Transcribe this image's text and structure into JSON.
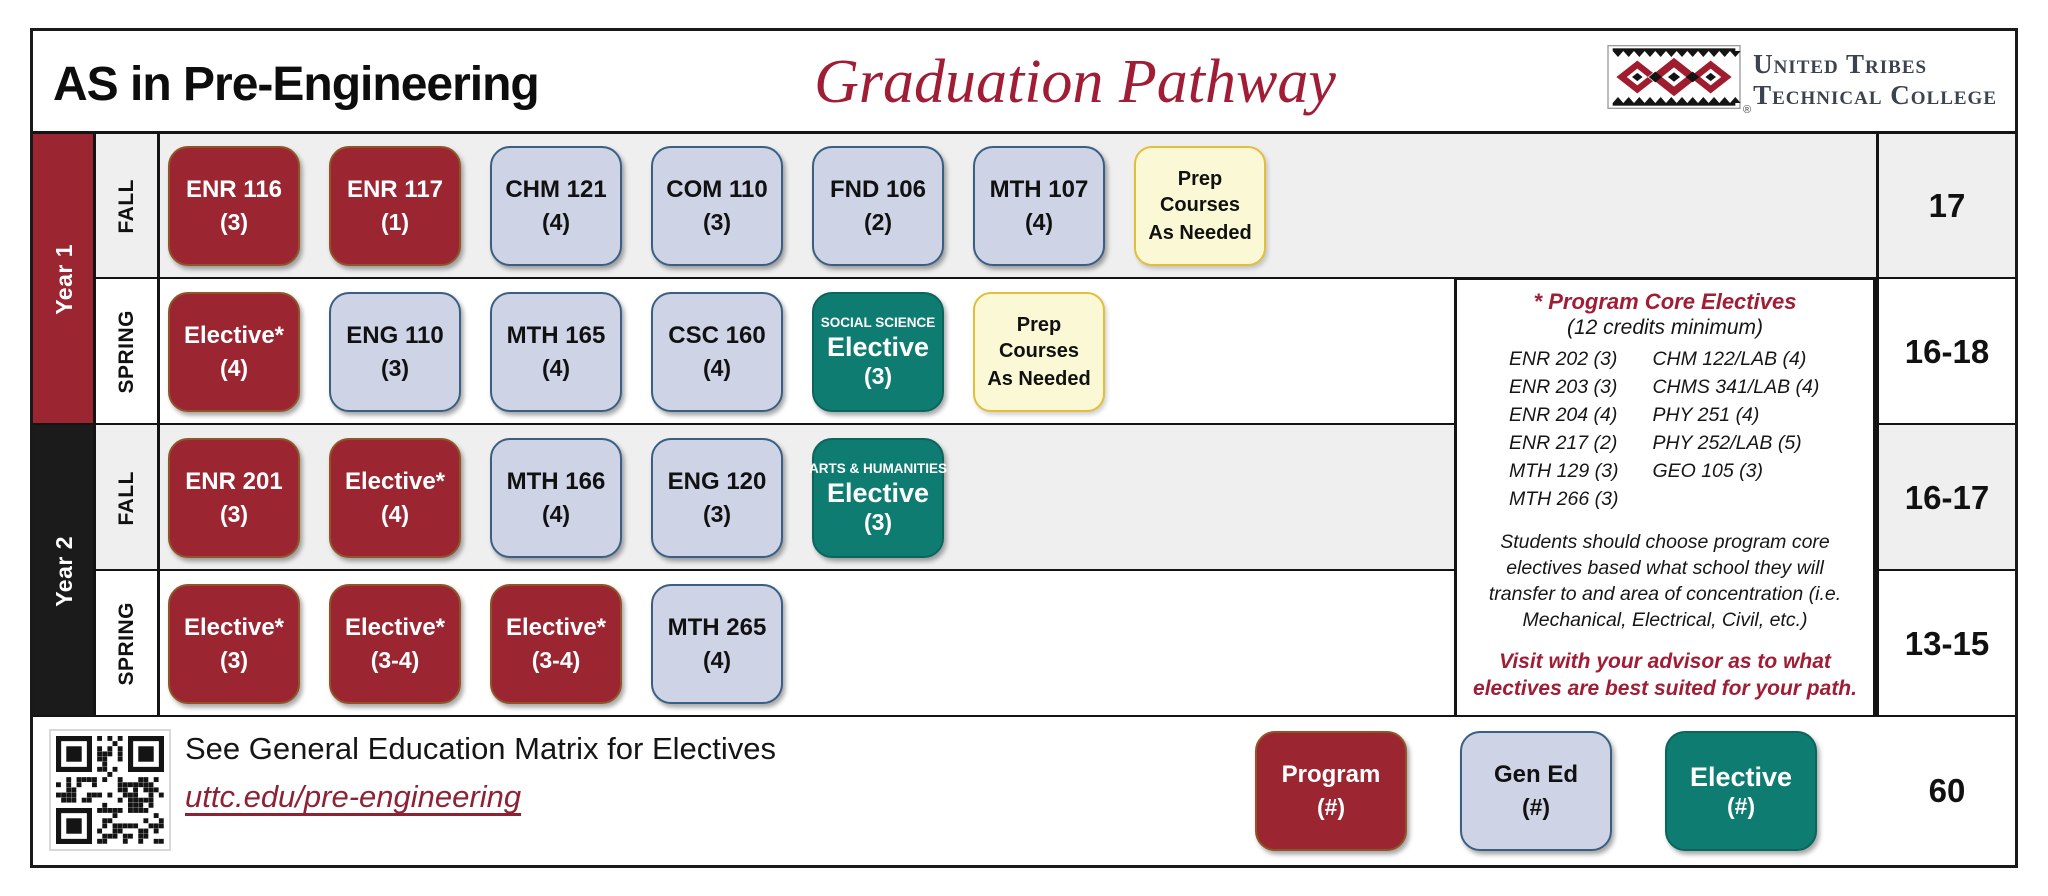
{
  "title": "AS in Pre-Engineering",
  "subtitle": "Graduation Pathway",
  "logo": {
    "name1": "United Tribes",
    "name2": "Technical College",
    "registered": "®"
  },
  "colors": {
    "program": "#9C2532",
    "gen_ed": "#CED4E6",
    "elective": "#0F7C72",
    "prep": "#FBF8D5",
    "accent_red": "#A01D35",
    "year2_black": "#1B1B1B"
  },
  "year_labels": [
    "Year 1",
    "Year 2"
  ],
  "rows": [
    {
      "year": "Year 1",
      "semester": "FALL",
      "total": "17",
      "courses": [
        {
          "type": "program",
          "title": "ENR 116",
          "credits": "(3)"
        },
        {
          "type": "program",
          "title": "ENR 117",
          "credits": "(1)"
        },
        {
          "type": "gened",
          "title": "CHM 121",
          "credits": "(4)"
        },
        {
          "type": "gened",
          "title": "COM 110",
          "credits": "(3)"
        },
        {
          "type": "gened",
          "title": "FND 106",
          "credits": "(2)"
        },
        {
          "type": "gened",
          "title": "MTH 107",
          "credits": "(4)"
        },
        {
          "type": "prep",
          "title": "Prep Courses",
          "credits": "As Needed"
        }
      ]
    },
    {
      "year": "Year 1",
      "semester": "SPRING",
      "total": "16-18",
      "courses": [
        {
          "type": "program",
          "title": "Elective*",
          "credits": "(4)"
        },
        {
          "type": "gened",
          "title": "ENG 110",
          "credits": "(3)"
        },
        {
          "type": "gened",
          "title": "MTH 165",
          "credits": "(4)"
        },
        {
          "type": "gened",
          "title": "CSC 160",
          "credits": "(4)"
        },
        {
          "type": "elective",
          "category": "SOCIAL SCIENCE",
          "title": "Elective",
          "credits": "(3)"
        },
        {
          "type": "prep",
          "title": "Prep Courses",
          "credits": "As Needed"
        }
      ]
    },
    {
      "year": "Year 2",
      "semester": "FALL",
      "total": "16-17",
      "courses": [
        {
          "type": "program",
          "title": "ENR 201",
          "credits": "(3)"
        },
        {
          "type": "program",
          "title": "Elective*",
          "credits": "(4)"
        },
        {
          "type": "gened",
          "title": "MTH 166",
          "credits": "(4)"
        },
        {
          "type": "gened",
          "title": "ENG 120",
          "credits": "(3)"
        },
        {
          "type": "elective",
          "category": "ARTS & HUMANITIES",
          "title": "Elective",
          "credits": "(3)"
        }
      ]
    },
    {
      "year": "Year 2",
      "semester": "SPRING",
      "total": "13-15",
      "courses": [
        {
          "type": "program",
          "title": "Elective*",
          "credits": "(3)"
        },
        {
          "type": "program",
          "title": "Elective*",
          "credits": "(3-4)"
        },
        {
          "type": "program",
          "title": "Elective*",
          "credits": "(3-4)"
        },
        {
          "type": "gened",
          "title": "MTH 265",
          "credits": "(4)"
        }
      ]
    }
  ],
  "notes": {
    "heading": "* Program Core Electives",
    "subheading": "(12 credits minimum)",
    "col1": [
      "ENR 202 (3)",
      "ENR 203 (3)",
      "ENR 204 (4)",
      "ENR 217 (2)",
      "MTH 129 (3)",
      "MTH 266 (3)"
    ],
    "col2": [
      "CHM 122/LAB (4)",
      "CHMS 341/LAB (4)",
      "PHY 251 (4)",
      "PHY 252/LAB (5)",
      "GEO 105 (3)"
    ],
    "paragraph": "Students should choose program core electives based what school they will transfer to and area of concentration (i.e. Mechanical, Electrical, Civil, etc.)",
    "advisor": "Visit with your advisor as to what electives are best suited for your path."
  },
  "footer": {
    "line1": "See General Education Matrix for Electives",
    "link": "uttc.edu/pre-engineering",
    "legend": [
      {
        "type": "program",
        "title": "Program",
        "credits": "(#)"
      },
      {
        "type": "gened",
        "title": "Gen Ed",
        "credits": "(#)"
      },
      {
        "type": "elective",
        "title": "Elective",
        "credits": "(#)"
      }
    ],
    "total": "60"
  }
}
